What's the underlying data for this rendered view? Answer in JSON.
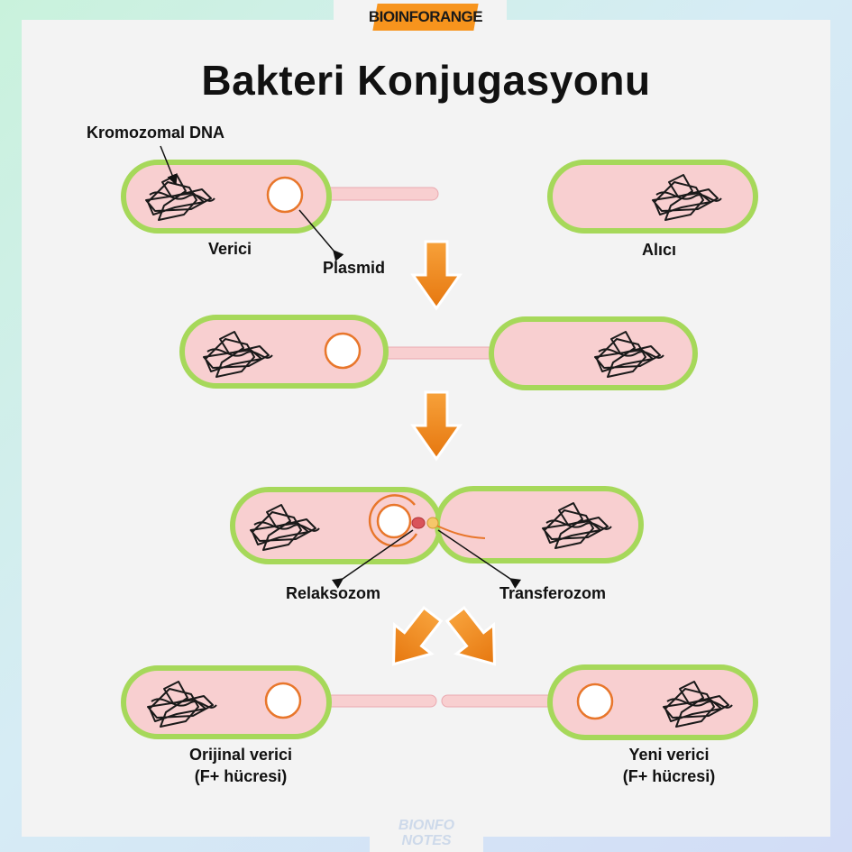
{
  "brand": {
    "logo_text": "BIOINFORANGE",
    "watermark_line1": "BIONFO",
    "watermark_line2": "NOTES"
  },
  "title": "Bakteri Konjugasyonu",
  "labels": {
    "chromosomal_dna": "Kromozomal  DNA",
    "donor": "Verici",
    "plasmid": "Plasmid",
    "recipient": "Alıcı",
    "relaxosome": "Relaksozom",
    "transferosome": "Transferozom",
    "original_donor_line1": "Orijinal verici",
    "original_donor_line2": "(F+ hücresi)",
    "new_donor_line1": "Yeni verici",
    "new_donor_line2": "(F+ hücresi)"
  },
  "colors": {
    "cell_fill": "#f8cfd0",
    "cell_border": "#a6d85a",
    "plasmid": "#e8762b",
    "arrow": "#f08a1c",
    "relaxosome": "#d9545a",
    "transferosome": "#f5c76a"
  },
  "icons": {
    "chromosome": "tangled-dna-icon",
    "plasmid": "plasmid-ring-icon",
    "arrow": "down-arrow-icon"
  }
}
